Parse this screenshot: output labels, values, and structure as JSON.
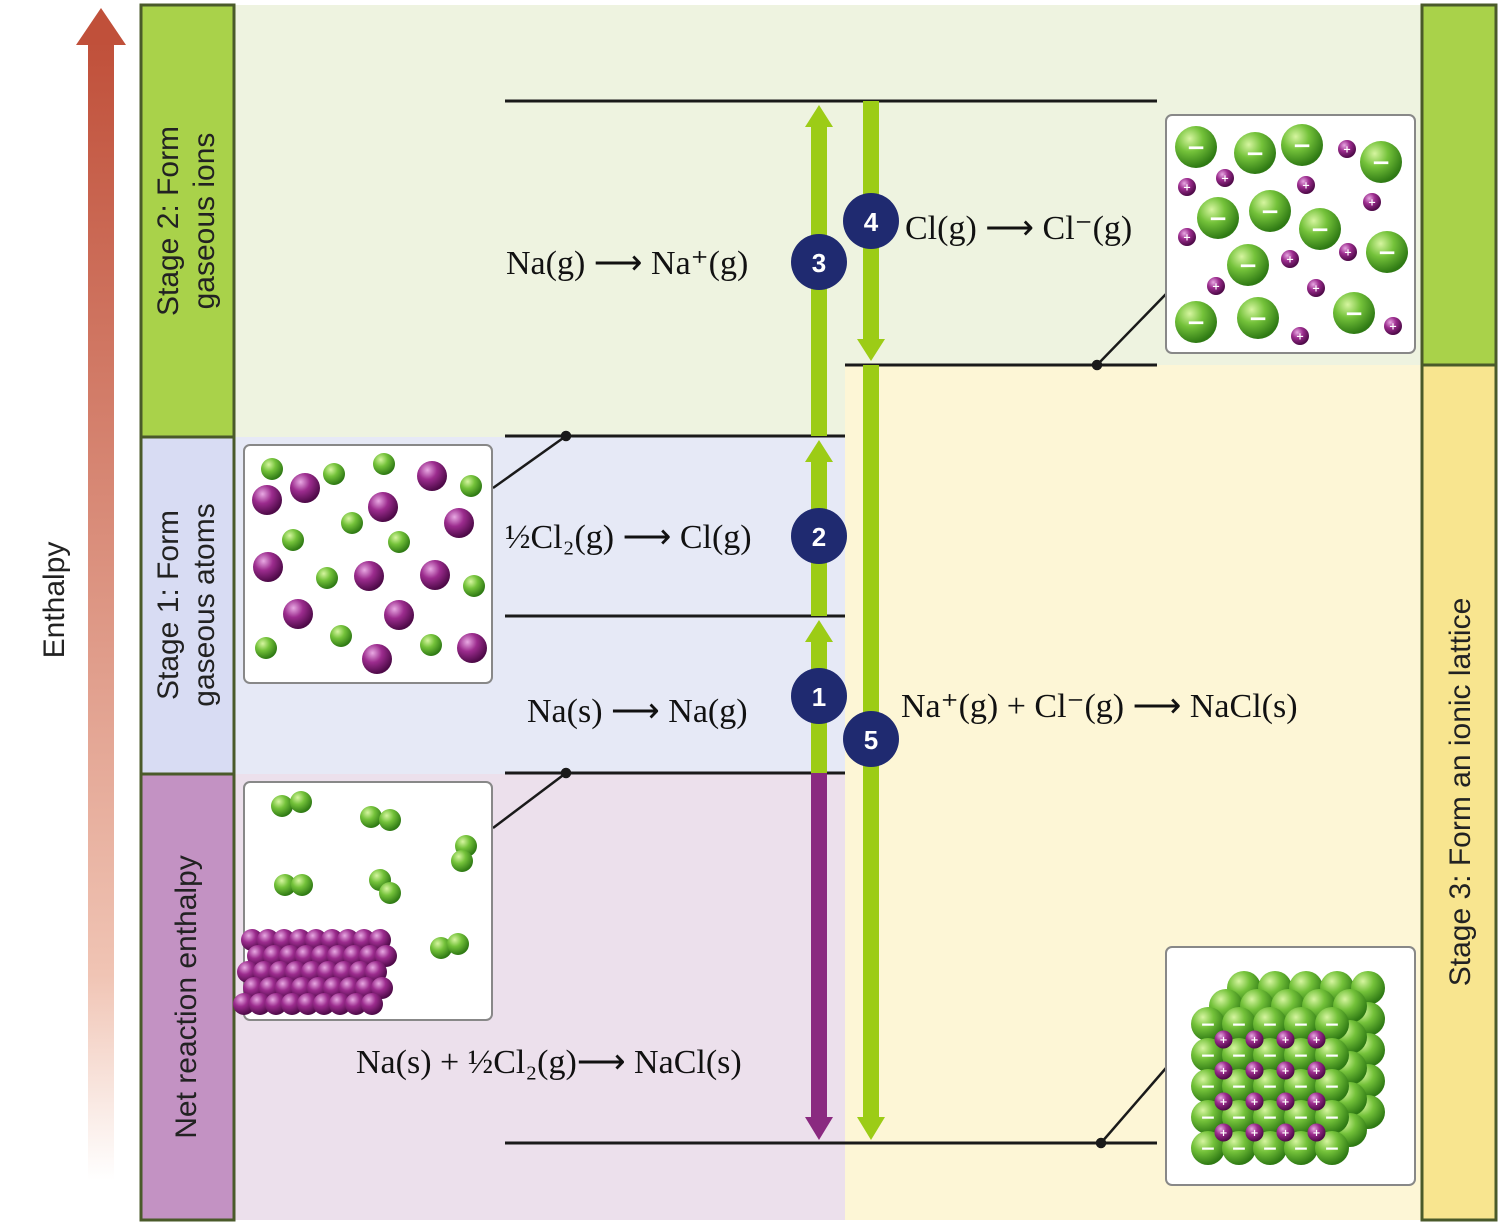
{
  "colors": {
    "stage2_bg": "#eef3e0",
    "stage1_bg": "#e6e9f6",
    "net_bg": "#ece0ec",
    "stage3_bg": "#fdf6d6",
    "stage2_tab": "#a9d24a",
    "stage1_tab": "#d8dcf3",
    "net_tab": "#c392c3",
    "stage3_tab": "#f8e58f",
    "green_arrow": "#9ccc16",
    "purple_arrow": "#8a2a80",
    "enthalpy_arrow": "#c0503a",
    "badge": "#1f2a70"
  },
  "axis": {
    "label": "Enthalpy"
  },
  "tabs": {
    "stage2": [
      "Stage 2: Form",
      "gaseous ions"
    ],
    "stage1": [
      "Stage 1: Form",
      "gaseous atoms"
    ],
    "net": "Net reaction enthalpy",
    "stage3": "Stage 3: Form an ionic lattice"
  },
  "steps": [
    {
      "number": "1",
      "equation": "Na(s) ⟶ Na(g)"
    },
    {
      "number": "2",
      "equation": "½Cl₂(g) ⟶ Cl(g)"
    },
    {
      "number": "3",
      "equation": "Na(g) ⟶ Na⁺(g)"
    },
    {
      "number": "4",
      "equation": "Cl(g) ⟶ Cl⁻(g)"
    },
    {
      "number": "5",
      "equation": "Na⁺(g) + Cl⁻(g) ⟶ NaCl(s)"
    }
  ],
  "net_equation": "Na(s) + ½Cl₂(g)⟶ NaCl(s)",
  "insets": [
    {
      "name": "reactants-elements",
      "depicts": "Solid sodium lattice with Cl2 molecules"
    },
    {
      "name": "gaseous-atoms",
      "depicts": "Separate Na and Cl gaseous atoms"
    },
    {
      "name": "gaseous-ions",
      "depicts": "Na+ and Cl- gaseous ions"
    },
    {
      "name": "ionic-lattice",
      "depicts": "NaCl ionic crystal lattice"
    }
  ],
  "ion_signs": {
    "plus": "+",
    "minus": "−"
  }
}
